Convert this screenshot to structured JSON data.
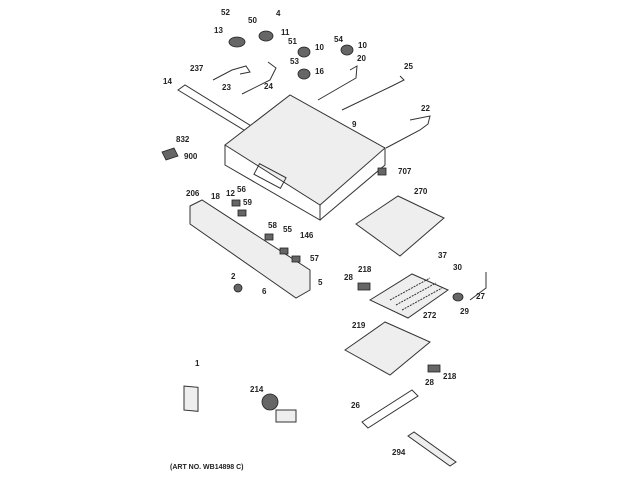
{
  "diagram": {
    "part_labels": [
      "52",
      "4",
      "50",
      "13",
      "11",
      "51",
      "10",
      "54",
      "10",
      "237",
      "14",
      "23",
      "24",
      "53",
      "16",
      "20",
      "25",
      "22",
      "9",
      "832",
      "900",
      "707",
      "270",
      "206",
      "18",
      "12",
      "56",
      "59",
      "58",
      "55",
      "146",
      "57",
      "2",
      "6",
      "5",
      "37",
      "30",
      "28",
      "218",
      "27",
      "29",
      "272",
      "219",
      "1",
      "214",
      "218",
      "28",
      "26",
      "294"
    ],
    "art_number": "(ART NO. WB14898 C)"
  }
}
